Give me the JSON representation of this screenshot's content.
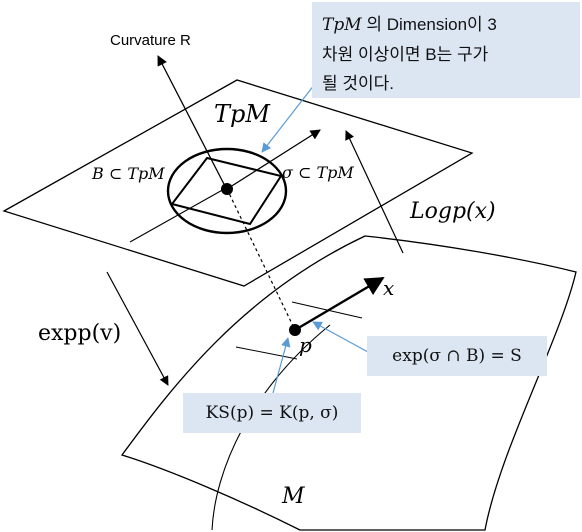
{
  "labels": {
    "curvature": "Curvature R",
    "tangent_plane": "TpM",
    "ball": "B ⊂ TpM",
    "sigma": "σ ⊂ TpM",
    "log_map": "Logp(x)",
    "exp_map": "expp(v)",
    "point_p": "p",
    "point_x": "x",
    "manifold": "M"
  },
  "callouts": {
    "note_line1_math": "TpM",
    "note_line1_text": "의 Dimension이 3",
    "note_line2": "차원 이상이면 B는 구가",
    "note_line3": "될 것이다.",
    "exp_formula": "exp(σ ∩ B) = S",
    "ks_formula": "KS(p) = K(p, σ)"
  },
  "colors": {
    "callout_fill": "#dce6f2",
    "pointer_line": "#5b9bd5",
    "ink": "#000000"
  }
}
